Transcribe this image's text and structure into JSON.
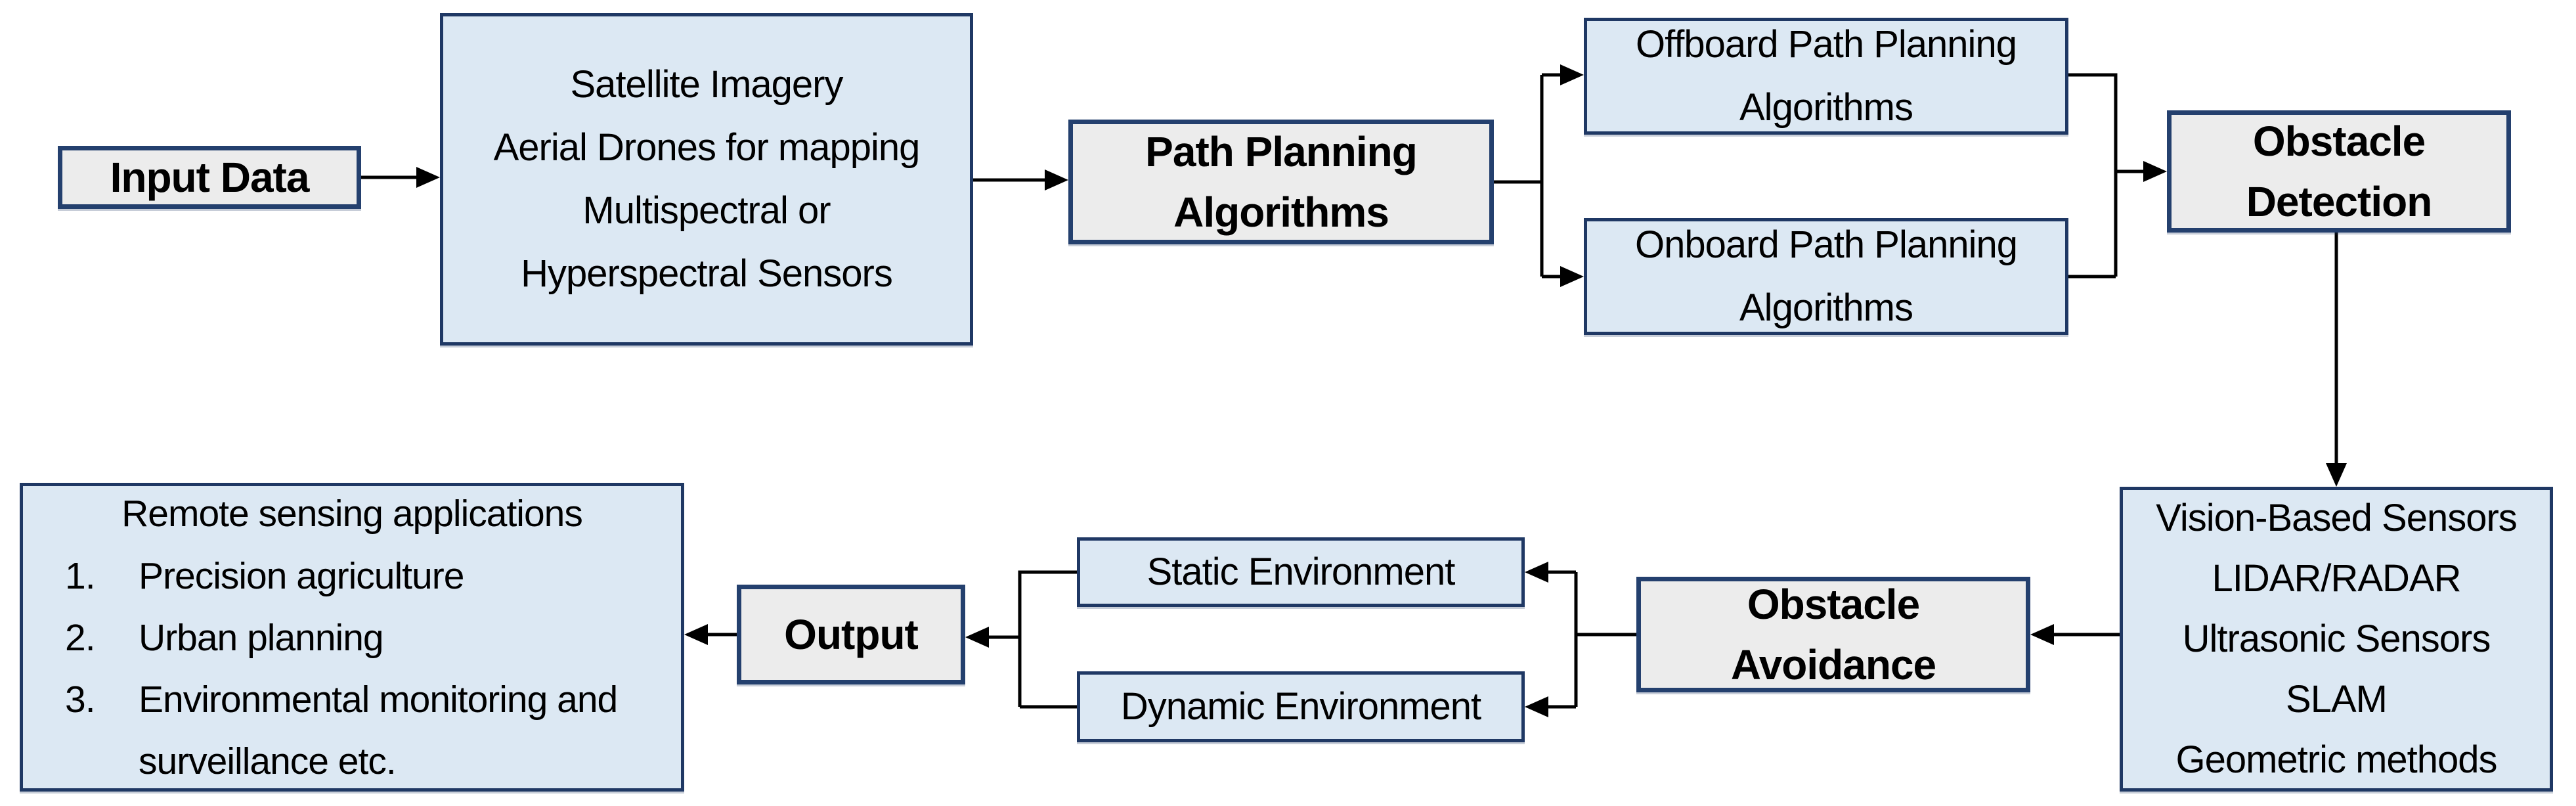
{
  "diagram": {
    "title": "UAV remote sensing path planning flowchart",
    "colors": {
      "background": "#ffffff",
      "blue_box_fill": "#dce8f3",
      "gray_box_fill": "#ececec",
      "border_navy": "#1f3864",
      "connector_black": "#000000",
      "text": "#000000"
    },
    "nodes": {
      "input_data": {
        "label": "Input Data"
      },
      "sensors": {
        "lines": [
          "Satellite Imagery",
          "Aerial Drones for mapping",
          "Multispectral or",
          "Hyperspectral Sensors"
        ]
      },
      "path_planning": {
        "lines": [
          "Path Planning",
          "Algorithms"
        ]
      },
      "offboard": {
        "lines": [
          "Offboard Path Planning",
          "Algorithms"
        ]
      },
      "onboard": {
        "lines": [
          "Onboard Path Planning",
          "Algorithms"
        ]
      },
      "obstacle_detection": {
        "lines": [
          "Obstacle",
          "Detection"
        ]
      },
      "vision": {
        "lines": [
          "Vision-Based Sensors",
          "LIDAR/RADAR",
          "Ultrasonic Sensors",
          "SLAM",
          "Geometric methods"
        ]
      },
      "obstacle_avoidance": {
        "lines": [
          "Obstacle",
          "Avoidance"
        ]
      },
      "static_env": {
        "label": "Static Environment"
      },
      "dynamic_env": {
        "label": "Dynamic Environment"
      },
      "output": {
        "label": "Output"
      },
      "applications": {
        "heading": "Remote sensing applications",
        "items": [
          {
            "num": "1.",
            "text": "Precision agriculture"
          },
          {
            "num": "2.",
            "text": "Urban planning"
          },
          {
            "num": "3.",
            "text": "Environmental monitoring and surveillance etc."
          }
        ]
      }
    }
  }
}
